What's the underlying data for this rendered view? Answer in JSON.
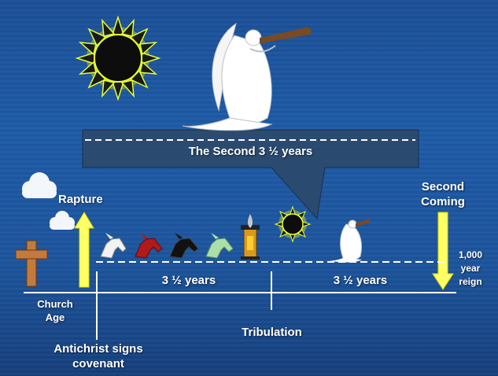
{
  "banner": {
    "title": "The Second 3 ½ years"
  },
  "labels": {
    "rapture": "Rapture",
    "second_coming_line1": "Second",
    "second_coming_line2": "Coming",
    "church_age_line1": "Church",
    "church_age_line2": "Age",
    "first_half": "3 ½ years",
    "second_half": "3 ½ years",
    "millennium_line1": "1,000",
    "millennium_line2": "year",
    "millennium_line3": "reign",
    "antichrist_line1": "Antichrist signs",
    "antichrist_line2": "covenant",
    "tribulation": "Tribulation"
  },
  "horses": [
    {
      "name": "white-horse-icon",
      "color": "#f2f2f2"
    },
    {
      "name": "red-horse-icon",
      "color": "#b11a1a"
    },
    {
      "name": "black-horse-icon",
      "color": "#111111"
    },
    {
      "name": "pale-horse-icon",
      "color": "#a8e0a8"
    }
  ],
  "colors": {
    "background": "#1d5aa6",
    "banner": "#2c4a6e",
    "arrow": "#ffff66",
    "cross": "#c47a3c",
    "moon": "#c8102e",
    "sun_glow": "#ffff00"
  }
}
